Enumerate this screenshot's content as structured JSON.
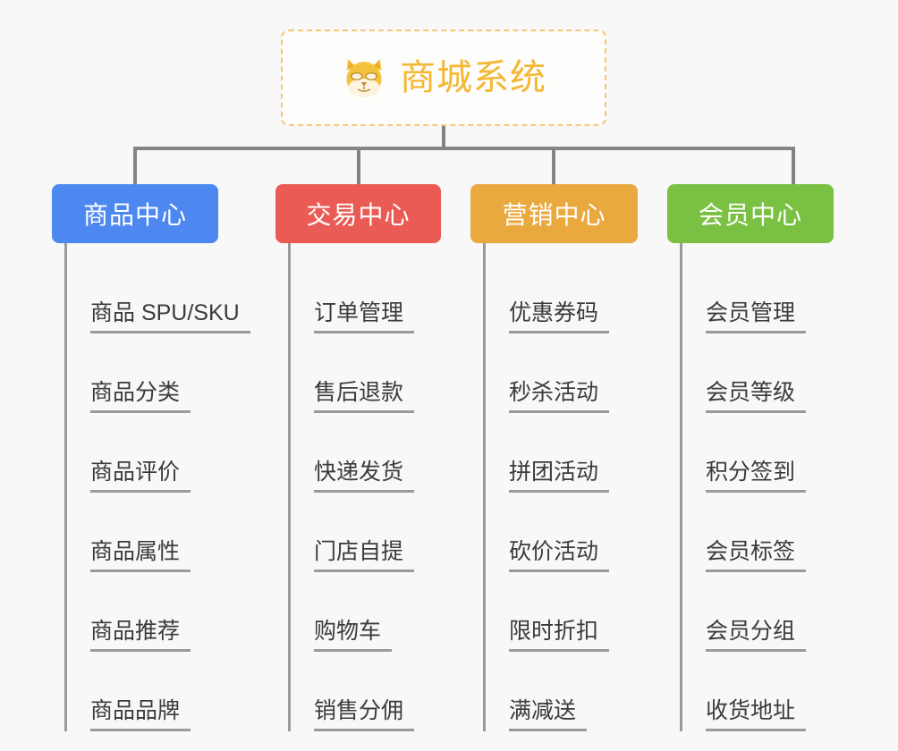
{
  "diagram": {
    "type": "org-tree",
    "background_color": "#f8f8f8",
    "connector_color": "#9a9a9a",
    "root": {
      "title": "商城系统",
      "icon": "shiba-dog-face-icon",
      "text_color": "#f5b731",
      "border_color": "#f5c678",
      "border_style": "dashed"
    },
    "categories": [
      {
        "label": "商品中心",
        "color": "#4d88f0",
        "items": [
          "商品 SPU/SKU",
          "商品分类",
          "商品评价",
          "商品属性",
          "商品推荐",
          "商品品牌"
        ]
      },
      {
        "label": "交易中心",
        "color": "#ea5b55",
        "items": [
          "订单管理",
          "售后退款",
          "快递发货",
          "门店自提",
          "购物车",
          "销售分佣"
        ]
      },
      {
        "label": "营销中心",
        "color": "#eaa93f",
        "items": [
          "优惠券码",
          "秒杀活动",
          "拼团活动",
          "砍价活动",
          "限时折扣",
          "满减送"
        ]
      },
      {
        "label": "会员中心",
        "color": "#7ac143",
        "items": [
          "会员管理",
          "会员等级",
          "积分签到",
          "会员标签",
          "会员分组",
          "收货地址"
        ]
      }
    ]
  }
}
